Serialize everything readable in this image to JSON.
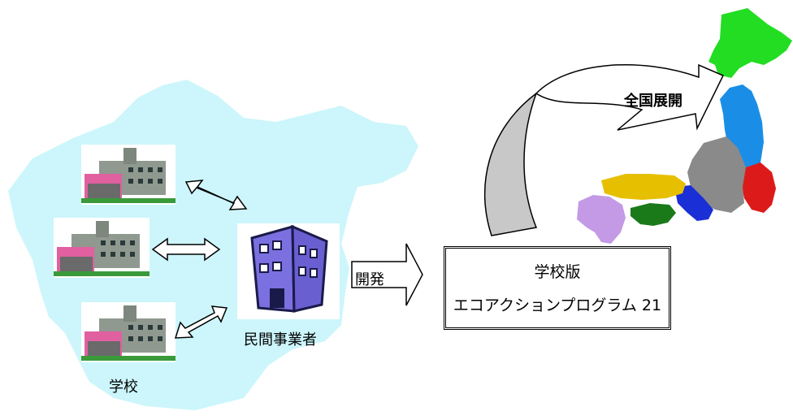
{
  "labels": {
    "school": "学校",
    "company": "民間事業者",
    "develop": "開発",
    "program_line1": "学校版",
    "program_line2": "エコアクションプログラム 21",
    "national": "全国展開"
  },
  "colors": {
    "region_bg": "#ccf6fb",
    "building": "#8f9990",
    "building_roof": "#e060a0",
    "office": "#7b70e0",
    "hokkaido": "#22dd22",
    "tohoku": "#1a8ee6",
    "kanto": "#dd1a1a",
    "chubu": "#8a8a8a",
    "kinki": "#1a2fd6",
    "chugoku": "#e6c000",
    "shikoku": "#1a7a1a",
    "kyushu": "#c49ae6"
  }
}
